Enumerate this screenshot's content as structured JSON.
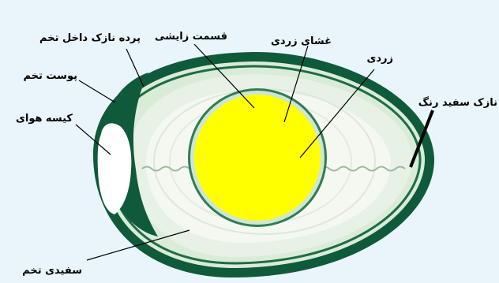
{
  "labels": {
    "inner_membrane": "پرده نازک داخل تخم",
    "germinal_disc": "قسمت زایشی",
    "vitelline_membrane": "غشای زردی",
    "yolk": "زردی",
    "shell": "پوست تخم",
    "air_cell": "کیسه هوای",
    "chalaza": "نازک سفید رنگ",
    "albumen": "سفیدی تخم"
  },
  "colors": {
    "background": "#eaf4fb",
    "shell": "#0f5a3a",
    "membrane": "#d9ecd8",
    "albumen_outer": "#e8f1e5",
    "albumen_inner": "#f4f8f0",
    "yolk": "#ffff00",
    "yolk_ring": "#2f7d55",
    "air_cell": "#ffffff",
    "leader_line": "#000000"
  }
}
